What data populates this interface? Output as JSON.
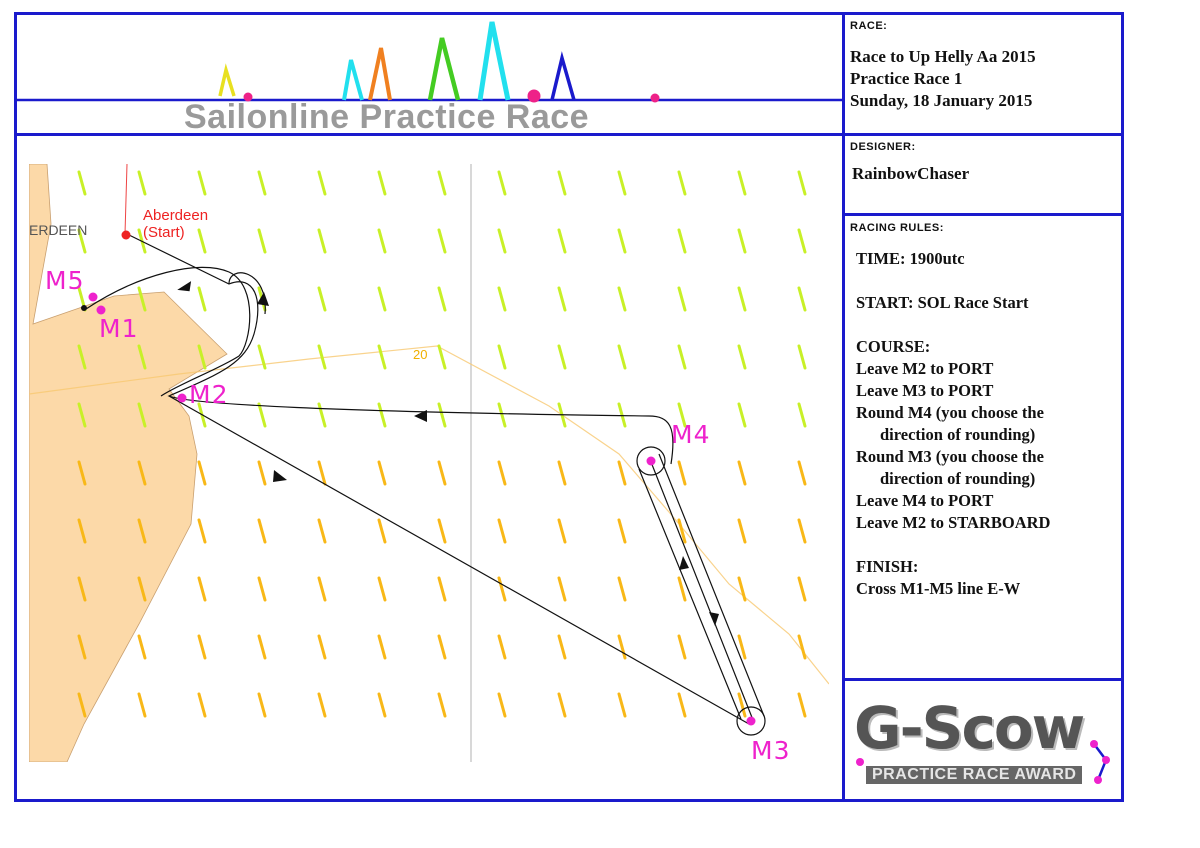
{
  "header": {
    "title": "Sailonline Practice Race"
  },
  "race_panel": {
    "label": "RACE:",
    "line1": "Race to Up Helly Aa 2015",
    "line2": "Practice Race 1",
    "line3": "Sunday, 18 January 2015"
  },
  "designer_panel": {
    "label": "DESIGNER:",
    "name": "RainbowChaser"
  },
  "rules_panel": {
    "label": "RACING RULES:",
    "time": "TIME: 1900utc",
    "start": "START:  SOL Race Start",
    "course_title": "COURSE:",
    "course": [
      "Leave M2 to PORT",
      "Leave M3 to PORT",
      "Round M4 (you choose the",
      "direction of rounding)",
      "Round M3 (you choose the",
      "direction of rounding)",
      "Leave M4 to PORT",
      "Leave M2 to STARBOARD"
    ],
    "finish_title": "FINISH:",
    "finish": "Cross M1-M5 line E-W"
  },
  "logo": {
    "main": "G-Scow",
    "sub": "PRACTICE RACE AWARD"
  },
  "map": {
    "city_label": "ERDEEN",
    "start_name": "Aberdeen",
    "start_sub": "(Start)",
    "contour_label": "20",
    "marks": {
      "m1": "M1",
      "m2": "M2",
      "m3": "M3",
      "m4": "M4",
      "m5": "M5"
    }
  },
  "colors": {
    "border": "#1a1acc",
    "mark": "#ee22cc",
    "land": "#fcd9a8",
    "wind_north": "#c8f028",
    "wind_south": "#f8b818"
  }
}
